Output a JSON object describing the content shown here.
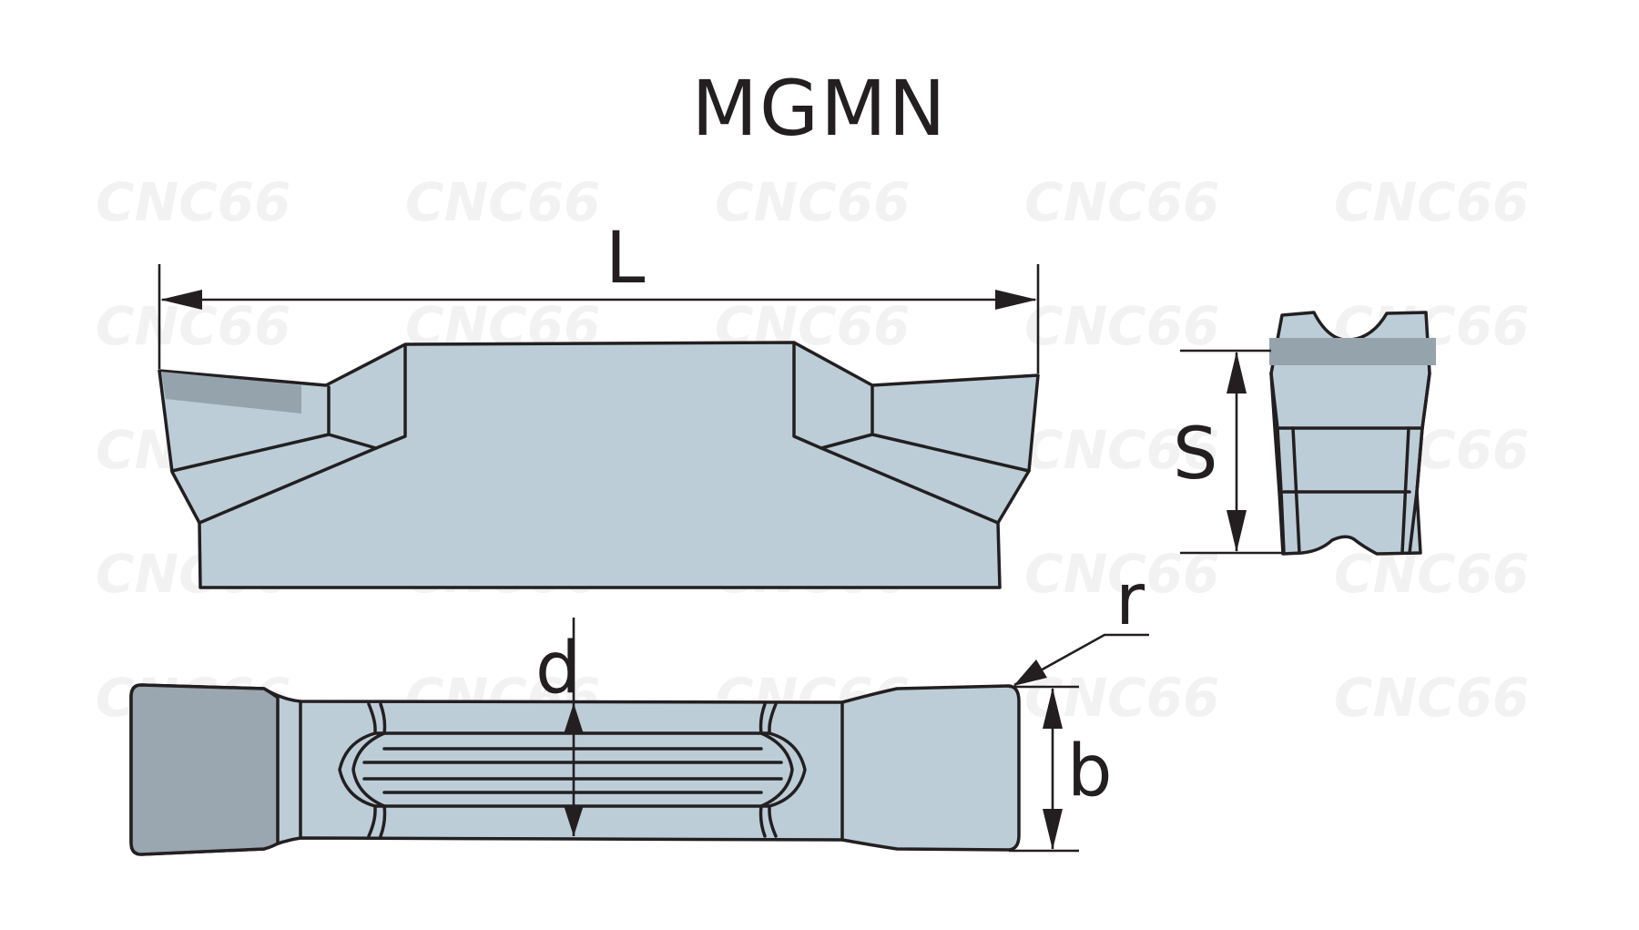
{
  "title": "MGMN",
  "dimensions": {
    "L": "L",
    "S": "S",
    "r": "r",
    "d": "d",
    "b": "b"
  },
  "watermark": {
    "text": "CNC66"
  },
  "colors": {
    "body": "#bccdd8",
    "accent_strip": "#95a3ad",
    "dark_end": "#9aa6b0",
    "line": "#231f20"
  }
}
